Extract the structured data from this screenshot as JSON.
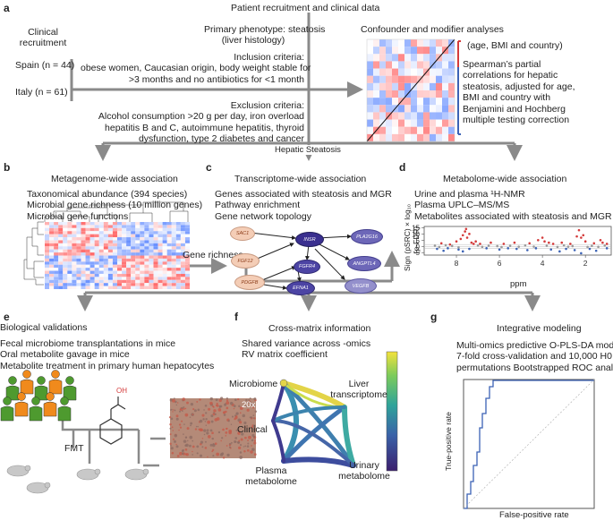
{
  "colors": {
    "arrow": "#8a8a8a",
    "red": "#d43b3b",
    "blue": "#3b62b5",
    "node_dark": "#3a2f8f",
    "node_mid": "#6d67b8",
    "node_light": "#f4cdb6"
  },
  "panel_a": {
    "label": "a",
    "header": "Patient recruitment and clinical data",
    "clinical_recruitment": [
      "Clinical",
      "recruitment"
    ],
    "spain": "Spain (n = 44)",
    "italy": "Italy (n = 61)",
    "primary_phenotype": [
      "Primary phenotype: steatosis",
      "(liver histology)"
    ],
    "inclusion": [
      "Inclusion criteria:",
      "obese women, Caucasian origin, body weight stable for",
      ">3 months and no antibiotics for <1 month"
    ],
    "exclusion": [
      "Exclusion criteria:",
      "Alcohol consumption >20 g per day, iron overload",
      "hepatitis B and C, autoimmune hepatitis, thyroid",
      "dysfunction, type 2 diabetes and cancer"
    ],
    "confounder_title": "Confounder and modifier analyses",
    "bracket_red": "(age, BMI and country)",
    "bracket_blue": [
      "Spearman’s partial",
      "correlations for hepatic",
      "steatosis, adjusted for age,",
      "BMI and country with",
      "Benjamini and Hochberg",
      "multiple testing correction"
    ],
    "hepatic_steatosis": "Hepatic Steatosis"
  },
  "panel_b": {
    "label": "b",
    "title": "Metagenome-wide association",
    "lines": [
      "Taxonomical abundance (394 species)",
      "Microbial gene richness (10 million genes)",
      "Microbial gene functions"
    ]
  },
  "panel_c": {
    "label": "c",
    "title": "Transcriptome-wide association",
    "lines": [
      "Genes associated with steatosis and MGR",
      "Pathway enrichment",
      "Gene network topology"
    ],
    "gene_richness": "Gene richness",
    "nodes": [
      "SAC1",
      "INSR",
      "PLA2G16",
      "FGF12",
      "FGFR4",
      "ANGPTL4",
      "PDGFB",
      "EFNA1",
      "VEGFB"
    ]
  },
  "panel_d": {
    "label": "d",
    "title": "Metabolome-wide association",
    "lines": [
      "Urine and plasma ¹H-NMR",
      "Plasma UPLC–MS/MS",
      "Metabolites associated with steatosis and MGR"
    ],
    "ylabel": [
      "Sign (pSRC) × log₁₀",
      "(p-FDR)"
    ],
    "xlabel": "ppm"
  },
  "panel_e": {
    "label": "e",
    "title": "Biological validations",
    "lines": [
      "Fecal microbiome transplantations in mice",
      "Oral metabolite gavage in mice",
      "Metabolite treatment in primary human hepatocytes"
    ],
    "fmt": "FMT",
    "oh": "OH",
    "zoom": "20x"
  },
  "panel_f": {
    "label": "f",
    "title": "Cross-matrix information",
    "lines": [
      "Shared variance across -omics",
      "RV matrix coefficient"
    ],
    "microbiome": "Microbiome",
    "liver": [
      "Liver",
      "transcriptome"
    ],
    "clinical": "Clinical",
    "plasma": [
      "Plasma",
      "metabolome"
    ],
    "urinary": [
      "Urinary",
      "metabolome"
    ]
  },
  "panel_g": {
    "label": "g",
    "title": "Integrative modeling",
    "lines": [
      "Multi-omics predictive O-PLS-DA models",
      "7-fold cross-validation and 10,000 H0",
      "permutations Bootstrapped ROC analysis"
    ],
    "ylabel": "True-positive rate",
    "xlabel": "False-positive rate"
  },
  "chart_data": {
    "type": "scatter",
    "title": "",
    "xlabel": "ppm",
    "ylabel": "Sign (pSRC) × log₁₀ (p-FDR)",
    "x_ticks": [
      8,
      6,
      4,
      2
    ],
    "y_ticks": [
      15,
      10,
      5,
      0,
      -5
    ],
    "xlim": [
      9.5,
      0.8
    ],
    "ylim": [
      -7,
      16
    ],
    "series": [
      {
        "color": "#d43b3b",
        "points": [
          [
            8.7,
            2.5
          ],
          [
            8.3,
            1.5
          ],
          [
            8.0,
            4
          ],
          [
            7.8,
            6
          ],
          [
            7.7,
            9
          ],
          [
            7.6,
            12
          ],
          [
            7.55,
            14
          ],
          [
            7.5,
            7
          ],
          [
            7.4,
            10
          ],
          [
            7.3,
            3
          ],
          [
            7.2,
            2
          ],
          [
            7.1,
            4
          ],
          [
            6.9,
            2
          ],
          [
            6.4,
            3
          ],
          [
            5.8,
            2
          ],
          [
            5.3,
            3
          ],
          [
            4.6,
            2.5
          ],
          [
            4.2,
            5
          ],
          [
            4.0,
            7
          ],
          [
            3.9,
            4
          ],
          [
            3.7,
            3
          ],
          [
            3.5,
            2
          ],
          [
            3.1,
            3
          ],
          [
            2.7,
            2
          ],
          [
            2.4,
            8
          ],
          [
            2.3,
            13
          ],
          [
            2.2,
            7
          ],
          [
            2.1,
            9
          ],
          [
            2.0,
            4
          ],
          [
            1.6,
            2.5
          ],
          [
            1.3,
            5
          ],
          [
            1.2,
            3
          ],
          [
            1.0,
            2
          ]
        ]
      },
      {
        "color": "#9a9a9a",
        "points": [
          [
            9.0,
            0.5
          ],
          [
            8.8,
            -0.5
          ],
          [
            8.5,
            1
          ],
          [
            8.2,
            0.3
          ],
          [
            7.9,
            -0.8
          ],
          [
            7.0,
            0.6
          ],
          [
            6.8,
            -0.4
          ],
          [
            6.5,
            0.5
          ],
          [
            6.1,
            0.2
          ],
          [
            5.9,
            -0.6
          ],
          [
            5.5,
            0.4
          ],
          [
            5.1,
            -0.3
          ],
          [
            4.8,
            0.7
          ],
          [
            4.4,
            -0.2
          ],
          [
            3.8,
            0.5
          ],
          [
            3.3,
            -0.5
          ],
          [
            3.0,
            0.8
          ],
          [
            2.8,
            -0.3
          ],
          [
            2.6,
            0.2
          ],
          [
            1.9,
            -0.5
          ],
          [
            1.7,
            0.4
          ],
          [
            1.4,
            -0.4
          ],
          [
            1.1,
            0.6
          ]
        ]
      },
      {
        "color": "#3b62b5",
        "points": [
          [
            8.9,
            -2
          ],
          [
            8.6,
            -3.5
          ],
          [
            8.4,
            -1.5
          ],
          [
            7.9,
            -2.5
          ],
          [
            7.7,
            -4
          ],
          [
            7.4,
            -2
          ],
          [
            6.6,
            -1.5
          ],
          [
            6.0,
            -2.5
          ],
          [
            5.6,
            -1.5
          ],
          [
            5.2,
            -2
          ],
          [
            4.7,
            -3
          ],
          [
            4.3,
            -1.5
          ],
          [
            3.6,
            -2.5
          ],
          [
            3.2,
            -4
          ],
          [
            2.9,
            -2
          ],
          [
            2.5,
            -3
          ],
          [
            2.2,
            -5.5
          ],
          [
            1.8,
            -2
          ],
          [
            1.5,
            -3.5
          ],
          [
            1.0,
            -1.5
          ]
        ]
      }
    ],
    "grid": false
  }
}
